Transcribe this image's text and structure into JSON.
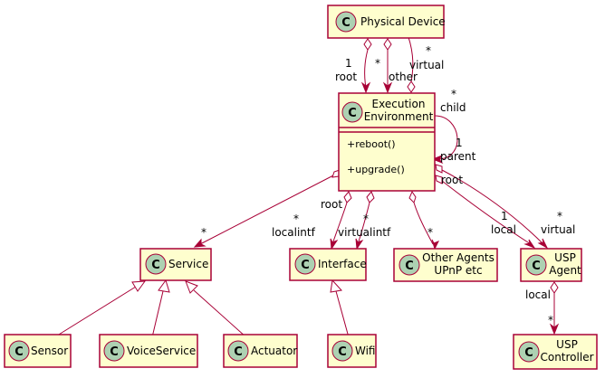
{
  "classes": {
    "physical_device": {
      "lines": [
        "Physical Device"
      ],
      "stereotype": "C"
    },
    "execution_environment": {
      "lines": [
        "Execution",
        "Environment"
      ],
      "stereotype": "C",
      "methods": [
        "+reboot()",
        "+upgrade()"
      ]
    },
    "service": {
      "lines": [
        "Service"
      ],
      "stereotype": "C"
    },
    "interface": {
      "lines": [
        "Interface"
      ],
      "stereotype": "C"
    },
    "other_agents": {
      "lines": [
        "Other Agents",
        "UPnP etc"
      ],
      "stereotype": "C"
    },
    "usp_agent": {
      "lines": [
        "USP",
        "Agent"
      ],
      "stereotype": "C"
    },
    "sensor": {
      "lines": [
        "Sensor"
      ],
      "stereotype": "C"
    },
    "voice_service": {
      "lines": [
        "VoiceService"
      ],
      "stereotype": "C"
    },
    "actuator": {
      "lines": [
        "Actuator"
      ],
      "stereotype": "C"
    },
    "wifi": {
      "lines": [
        "Wifi"
      ],
      "stereotype": "C"
    },
    "usp_controller": {
      "lines": [
        "USP",
        "Controller"
      ],
      "stereotype": "C"
    }
  },
  "relations": {
    "pd_root": {
      "mult": "1",
      "role": "root"
    },
    "pd_other": {
      "mult": "*",
      "role": "other"
    },
    "ee_virtual_pd": {
      "mult": "*",
      "role": "virtual"
    },
    "ee_self": {
      "child_mult": "*",
      "child_role": "child",
      "parent_mult": "1",
      "parent_role": "parent"
    },
    "ee_service": {
      "mult": "*"
    },
    "ee_localintf": {
      "mult": "*",
      "role": "localintf",
      "source_role": "root"
    },
    "ee_virtualintf": {
      "mult": "*",
      "role": "virtualintf"
    },
    "ee_other_agents": {
      "mult": "*"
    },
    "ee_usp_local": {
      "mult": "1",
      "role": "local",
      "source_role": "root"
    },
    "ee_usp_virtual": {
      "mult": "*",
      "role": "virtual"
    },
    "agent_controller": {
      "mult": "*",
      "role": "local"
    }
  }
}
